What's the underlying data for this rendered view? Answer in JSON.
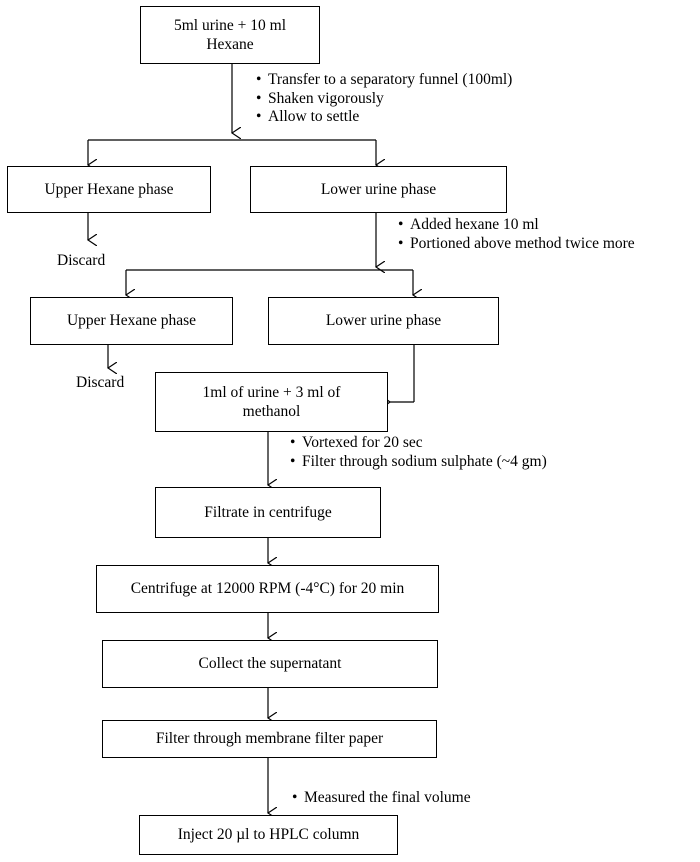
{
  "boxes": {
    "start": "5ml urine + 10 ml Hexane",
    "upper_hexane_1": "Upper Hexane phase",
    "lower_urine_1": "Lower urine phase",
    "upper_hexane_2": "Upper Hexane phase",
    "lower_urine_2": "Lower urine phase",
    "urine_methanol": "1ml of urine + 3 ml of methanol",
    "filtrate": "Filtrate in centrifuge",
    "centrifuge": "Centrifuge at 12000 RPM (-4°C) for 20 min",
    "supernatant": "Collect  the supernatant",
    "membrane": "Filter through membrane filter paper",
    "inject": "Inject 20 µl to HPLC  column"
  },
  "labels": {
    "discard_1": "Discard",
    "discard_2": "Discard"
  },
  "notes": {
    "step1": [
      "Transfer to a separatory funnel (100ml)",
      "Shaken vigorously",
      "Allow to settle"
    ],
    "step2": [
      "Added hexane 10 ml",
      "Portioned above method twice more"
    ],
    "step3": [
      "Vortexed for 20 sec",
      "Filter through sodium sulphate (~4 gm)"
    ],
    "step4": [
      "Measured the final volume"
    ]
  },
  "bullet_symbol": "•"
}
